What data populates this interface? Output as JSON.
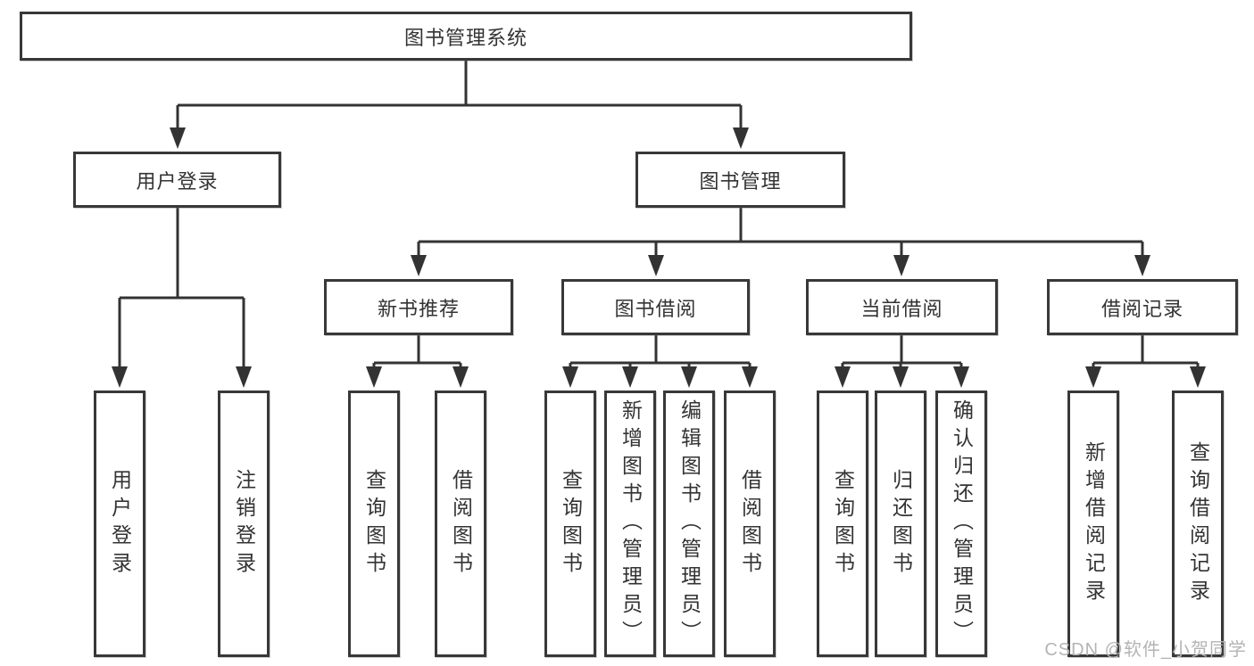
{
  "tree": {
    "label": "图书管理系统",
    "children": [
      {
        "label": "用户登录",
        "children": [
          {
            "label": "用户登录"
          },
          {
            "label": "注销登录"
          }
        ]
      },
      {
        "label": "图书管理",
        "children": [
          {
            "label": "新书推荐",
            "children": [
              {
                "label": "查询图书"
              },
              {
                "label": "借阅图书"
              }
            ]
          },
          {
            "label": "图书借阅",
            "children": [
              {
                "label": "查询图书"
              },
              {
                "label": "新增图书（管理员）"
              },
              {
                "label": "编辑图书（管理员）"
              },
              {
                "label": "借阅图书"
              }
            ]
          },
          {
            "label": "当前借阅",
            "children": [
              {
                "label": "查询图书"
              },
              {
                "label": "归还图书"
              },
              {
                "label": "确认归还（管理员）"
              }
            ]
          },
          {
            "label": "借阅记录",
            "children": [
              {
                "label": "新增借阅记录"
              },
              {
                "label": "查询借阅记录"
              }
            ]
          }
        ]
      }
    ]
  },
  "watermark": "CSDN @软件_小贺同学",
  "colors": {
    "line": "#333333",
    "border": "#383838",
    "text": "#333333",
    "background": "#ffffff",
    "watermark": "#b4b4b4"
  }
}
